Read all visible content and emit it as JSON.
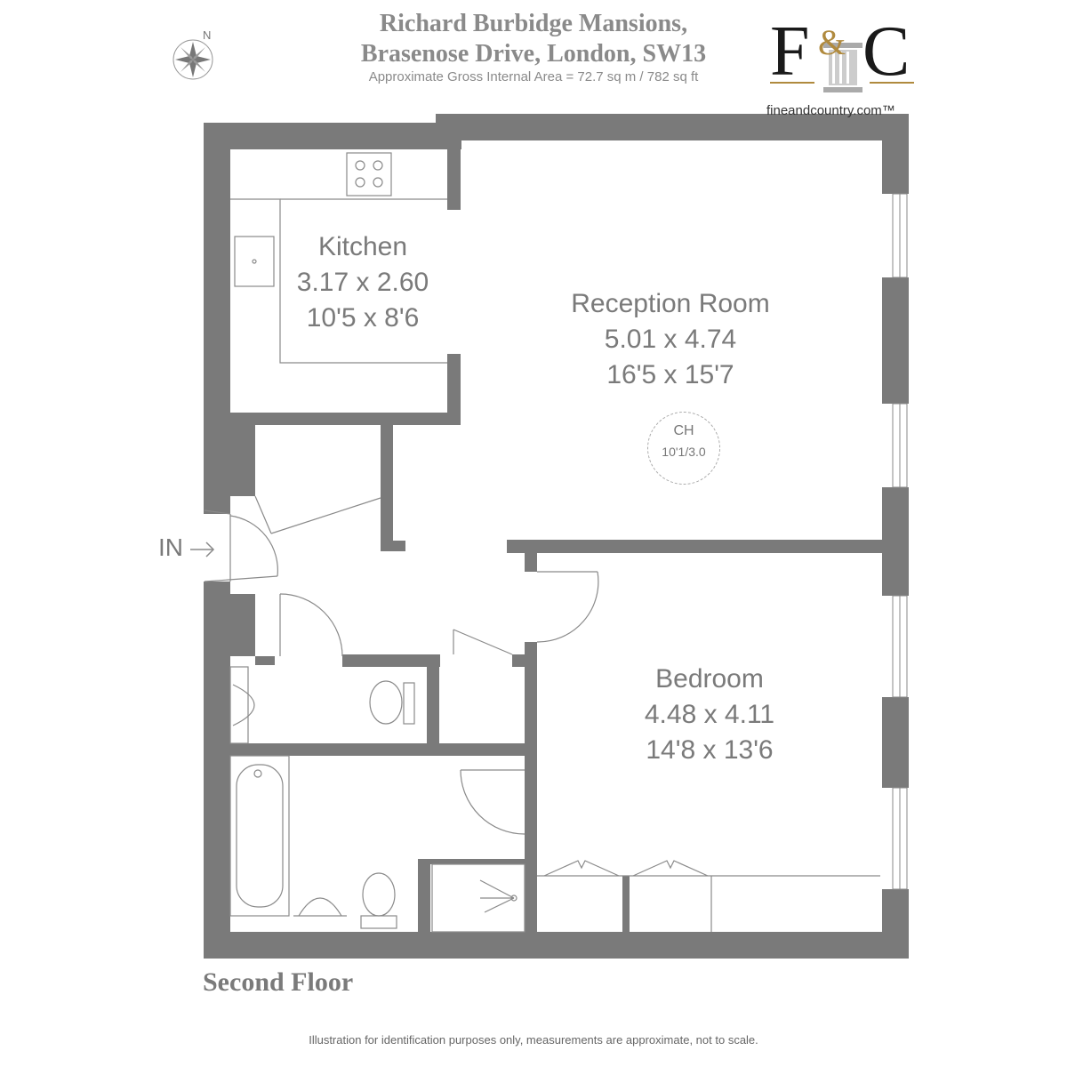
{
  "header": {
    "title_line1": "Richard Burbidge Mansions,",
    "title_line2": "Brasenose Drive, London, SW13",
    "area": "Approximate Gross Internal Area = 72.7 sq m / 782 sq ft"
  },
  "compass": {
    "north_label": "N"
  },
  "logo": {
    "letters_left": "F",
    "ampersand": "&",
    "letters_right": "C",
    "website": "fineandcountry.com™"
  },
  "rooms": {
    "kitchen": {
      "name": "Kitchen",
      "metric": "3.17 x 2.60",
      "imperial": "10'5 x 8'6"
    },
    "reception": {
      "name": "Reception Room",
      "metric": "5.01 x 4.74",
      "imperial": "16'5 x 15'7"
    },
    "bedroom": {
      "name": "Bedroom",
      "metric": "4.48 x 4.11",
      "imperial": "14'8 x 13'6"
    }
  },
  "ceiling_height": {
    "label": "CH",
    "value": "10'1/3.0"
  },
  "entrance": {
    "label": "IN"
  },
  "floor": {
    "name": "Second Floor"
  },
  "disclaimer": "Illustration for identification purposes only, measurements are approximate, not to scale.",
  "colors": {
    "wall": "#7a7a7a",
    "text": "#7a7a7a",
    "gold": "#b08a3e"
  }
}
